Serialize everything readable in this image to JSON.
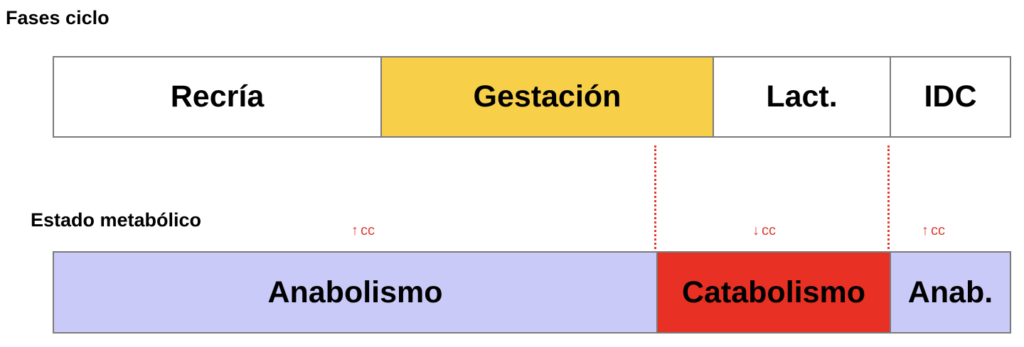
{
  "fases_title": "Fases ciclo",
  "estado_title": "Estado metabólico",
  "colors": {
    "gestacion": "#f7cf49",
    "anabolismo": "#cacaf8",
    "catabolismo": "#e83024",
    "neutral": "#ffffff",
    "annotation": "#e03a2f"
  },
  "fases": [
    {
      "label": "Recría",
      "color": "#ffffff"
    },
    {
      "label": "Gestación",
      "color": "#f7cf49"
    },
    {
      "label": "Lact.",
      "color": "#ffffff"
    },
    {
      "label": "IDC",
      "color": "#ffffff"
    }
  ],
  "estado": [
    {
      "label": "Anabolismo",
      "color": "#cacaf8"
    },
    {
      "label": "Catabolismo",
      "color": "#e83024"
    },
    {
      "label": "Anab.",
      "color": "#cacaf8"
    }
  ],
  "annotations": [
    {
      "arrow": "↑",
      "text": "cc"
    },
    {
      "arrow": "↓",
      "text": "cc"
    },
    {
      "arrow": "↑",
      "text": "cc"
    }
  ]
}
